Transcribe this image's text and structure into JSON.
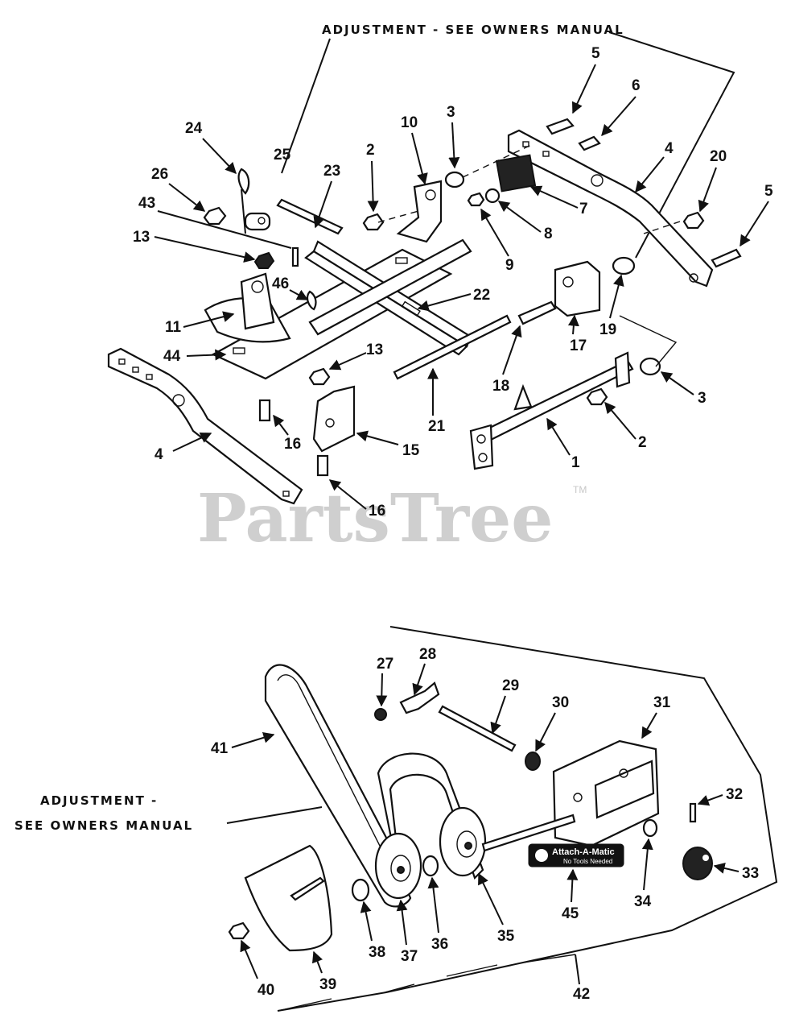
{
  "diagram": {
    "top_note": "ADJUSTMENT - SEE OWNERS MANUAL",
    "left_note_line1": "ADJUSTMENT -",
    "left_note_line2": "SEE OWNERS MANUAL",
    "watermark": "PartsTree",
    "trademark": "TM",
    "badge_title": "Attach-A-Matic",
    "badge_sub": "No Tools Needed"
  },
  "callouts": {
    "c1": "1",
    "c2a": "2",
    "c2b": "2",
    "c3a": "3",
    "c3b": "3",
    "c4a": "4",
    "c4b": "4",
    "c5a": "5",
    "c5b": "5",
    "c6": "6",
    "c7": "7",
    "c8": "8",
    "c9": "9",
    "c10": "10",
    "c11": "11",
    "c13a": "13",
    "c13b": "13",
    "c15": "15",
    "c16a": "16",
    "c16b": "16",
    "c17": "17",
    "c18": "18",
    "c19": "19",
    "c20": "20",
    "c21": "21",
    "c22": "22",
    "c23": "23",
    "c24": "24",
    "c25": "25",
    "c26": "26",
    "c27": "27",
    "c28": "28",
    "c29": "29",
    "c30": "30",
    "c31": "31",
    "c32": "32",
    "c33": "33",
    "c34": "34",
    "c35": "35",
    "c36": "36",
    "c37": "37",
    "c38": "38",
    "c39": "39",
    "c40": "40",
    "c41": "41",
    "c42": "42",
    "c43": "43",
    "c44": "44",
    "c45": "45",
    "c46": "46"
  }
}
